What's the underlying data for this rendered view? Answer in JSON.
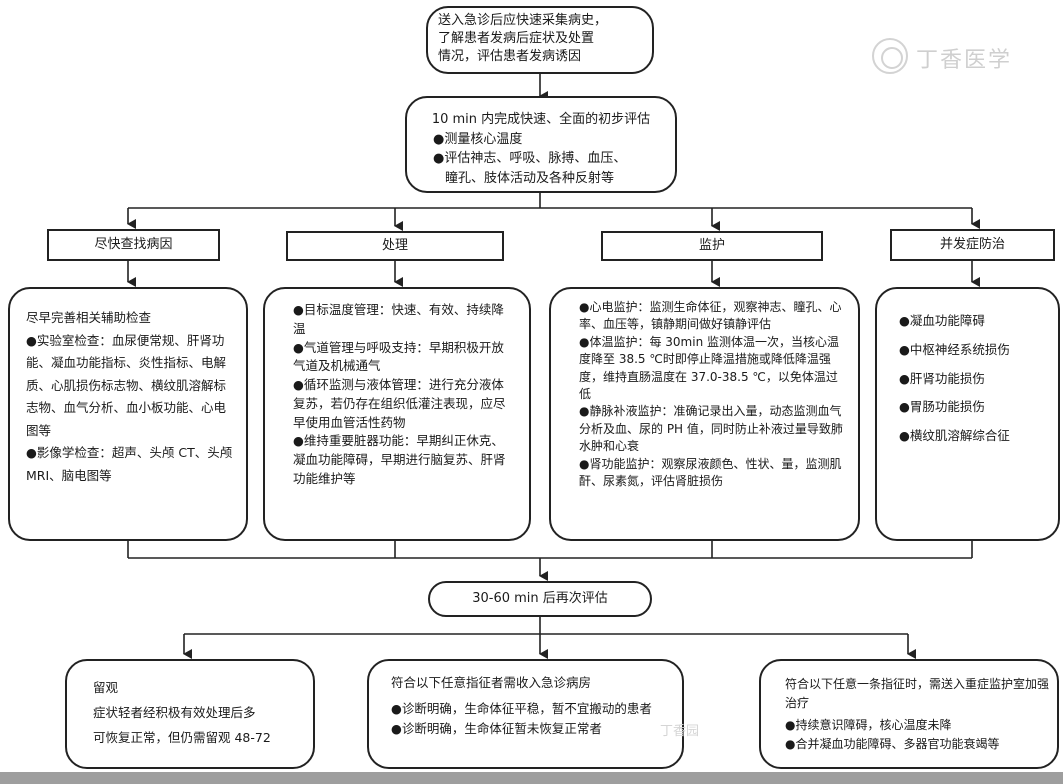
{
  "top": {
    "lines": [
      "送入急诊后应快速采集病史，",
      "了解患者发病后症状及处置",
      "情况，评估患者发病诱因"
    ]
  },
  "initial": {
    "title": "10 min 内完成快速、全面的初步评估",
    "items": [
      "●测量核心温度",
      "●评估神志、呼吸、脉搏、血压、",
      "瞳孔、肢体活动及各种反射等"
    ]
  },
  "branches": {
    "cause": "尽快查找病因",
    "treat": "处理",
    "monitor": "监护",
    "complication": "并发症防治"
  },
  "cause_box": {
    "items": [
      "尽早完善相关辅助检查",
      "●实验室检查：血尿便常规、肝肾功能、凝血功能指标、炎性指标、电解质、心肌损伤标志物、横纹肌溶解标志物、血气分析、血小板功能、心电图等",
      "●影像学检查：超声、头颅 CT、头颅 MRI、脑电图等"
    ]
  },
  "treat_box": {
    "items": [
      "●目标温度管理：快速、有效、持续降温",
      "●气道管理与呼吸支持：早期积极开放气道及机械通气",
      "●循环监测与液体管理：进行充分液体复苏，若仍存在组织低灌注表现，应尽早使用血管活性药物",
      "●维持重要脏器功能：早期纠正休克、凝血功能障碍，早期进行脑复苏、肝肾功能维护等"
    ]
  },
  "monitor_box": {
    "items": [
      "●心电监护：监测生命体征，观察神志、瞳孔、心率、血压等，镇静期间做好镇静评估",
      "●体温监护：每 30min 监测体温一次，当核心温度降至 38.5 ℃时即停止降温措施或降低降温强度，维持直肠温度在 37.0-38.5 ℃，以免体温过低",
      "●静脉补液监护：准确记录出入量，动态监测血气分析及血、尿的 PH 值，同时防止补液过量导致肺水肿和心衰",
      "●肾功能监护：观察尿液颜色、性状、量，监测肌酐、尿素氮，评估肾脏损伤"
    ]
  },
  "complication_box": {
    "items": [
      "●凝血功能障碍",
      "●中枢神经系统损伤",
      "●肝肾功能损伤",
      "●胃肠功能损伤",
      "●横纹肌溶解综合征"
    ]
  },
  "reassess": {
    "label": "30-60 min 后再次评估"
  },
  "observe_box": {
    "items": [
      "留观",
      "症状轻者经积极有效处理后多",
      "可恢复正常，但仍需留观 48-72"
    ]
  },
  "ward_box": {
    "items": [
      "符合以下任意指征者需收入急诊病房",
      "●诊断明确，生命体征平稳，暂不宜搬动的患者",
      "●诊断明确，生命体征暂未恢复正常者"
    ]
  },
  "icu_box": {
    "items": [
      "符合以下任意一条指征时，需送入重症监护室加强治疗",
      "●持续意识障碍，核心温度未降",
      "●合并凝血功能障碍、多器官功能衰竭等"
    ]
  },
  "watermark": {
    "text": "丁香医学",
    "secondary": "丁香园"
  }
}
